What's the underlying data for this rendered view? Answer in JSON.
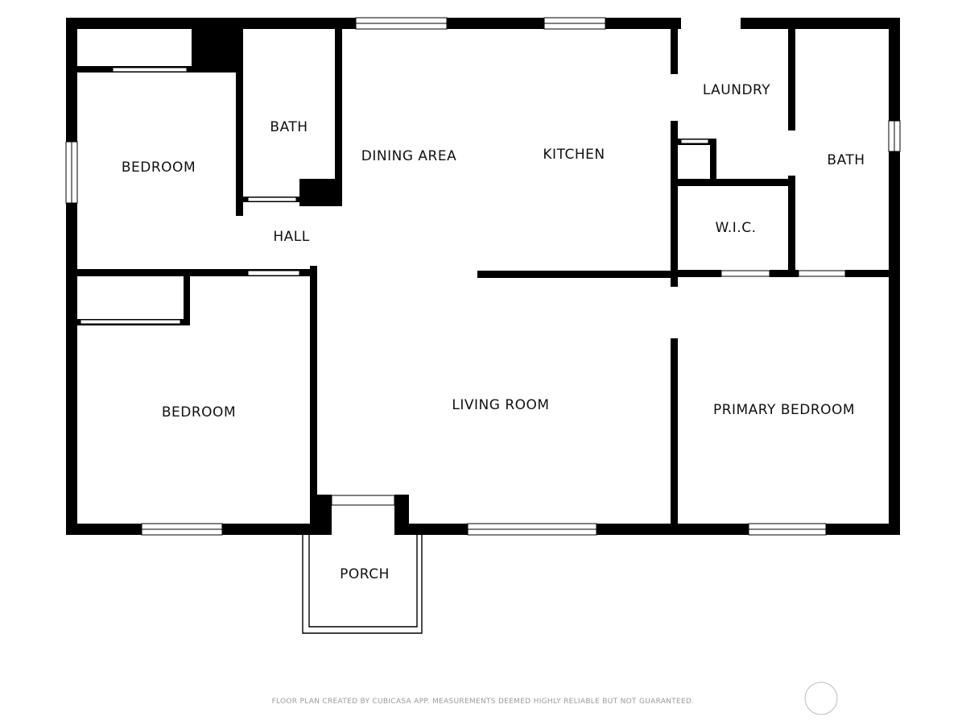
{
  "rooms": {
    "bedroom_nw": "BEDROOM",
    "bath_center": "BATH",
    "dining_area": "DINING AREA",
    "kitchen": "KITCHEN",
    "laundry": "LAUNDRY",
    "bath_east": "BATH",
    "hall": "HALL",
    "wic": "W.I.C.",
    "bedroom_sw": "BEDROOM",
    "living_room": "LIVING ROOM",
    "primary_bedroom": "PRIMARY BEDROOM",
    "porch": "PORCH"
  },
  "footer": {
    "disclaimer": "FLOOR PLAN CREATED BY CUBICASA APP. MEASUREMENTS DEEMED HIGHLY RELIABLE BUT NOT GUARANTEED."
  },
  "colors": {
    "wall": "#000000",
    "background": "#ffffff",
    "label": "#111111",
    "footer_text": "#9a9a9a"
  }
}
